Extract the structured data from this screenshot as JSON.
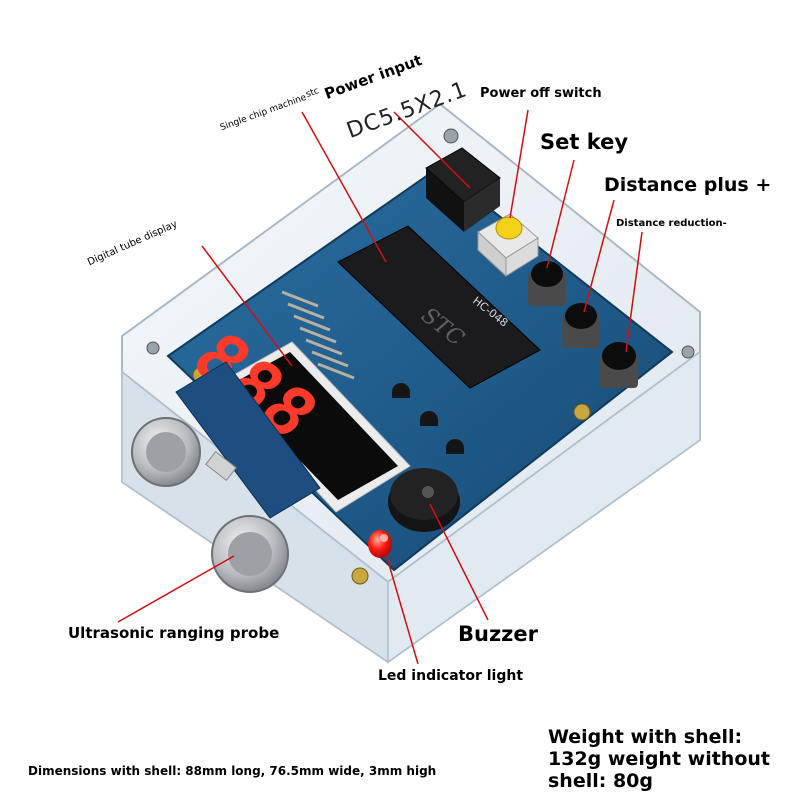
{
  "labels": {
    "single_chip": "Single chip machine",
    "stc": "stc",
    "power_input": "Power input",
    "dc_spec": "DC5.5X2.1",
    "power_off_switch": "Power off switch",
    "set_key": "Set key",
    "distance_plus": "Distance plus +",
    "distance_reduction": "Distance reduction-",
    "digital_tube_display": "Digital tube display",
    "ultrasonic_probe": "Ultrasonic ranging probe",
    "buzzer": "Buzzer",
    "led_indicator": "Led indicator light",
    "weight": "Weight with shell: 132g weight without shell: 80g",
    "dimensions": "Dimensions with shell: 88mm long, 76.5mm wide, 3mm high"
  },
  "board": {
    "display_digits": "888",
    "chip_marking": "STC",
    "board_model": "HC-048"
  },
  "colors": {
    "pcb": "#1d5a8a",
    "digit_red": "#ff3a2a",
    "led_red": "#ff1a10",
    "switch_yellow": "#f5d21a",
    "leader_line": "#d01010"
  }
}
